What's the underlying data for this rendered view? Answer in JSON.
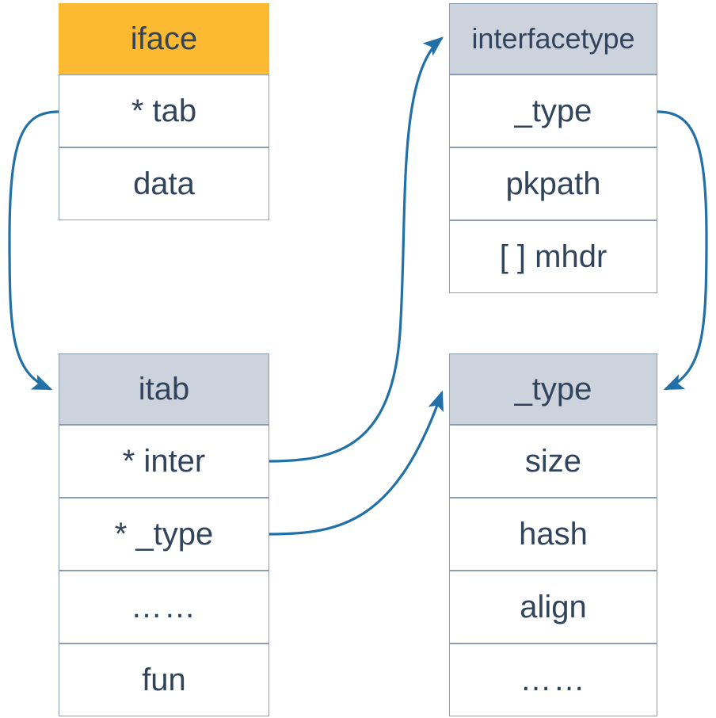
{
  "diagram": {
    "title_semantics": "go-interface-memory-layout",
    "colors": {
      "header_accent": "#fcb932",
      "header_neutral": "#ccd3dd",
      "border": "#8b9db2",
      "text": "#31445b",
      "arrow": "#2171a8",
      "background": "#ffffff"
    },
    "boxes": [
      {
        "id": "iface",
        "header": "iface",
        "header_style": "orange",
        "rows": [
          "* tab",
          "data"
        ]
      },
      {
        "id": "interfacetype",
        "header": "interfacetype",
        "header_style": "gray",
        "rows": [
          "_type",
          "pkpath",
          "[ ] mhdr"
        ]
      },
      {
        "id": "itab",
        "header": "itab",
        "header_style": "gray",
        "rows": [
          "* inter",
          "* _type",
          "……",
          "fun"
        ]
      },
      {
        "id": "_type",
        "header": "_type",
        "header_style": "gray",
        "rows": [
          "size",
          "hash",
          "align",
          "……"
        ]
      }
    ],
    "arrows": [
      {
        "id": "tab-to-itab",
        "from": "iface.* tab",
        "to": "itab.header"
      },
      {
        "id": "inter-to-interfacetype",
        "from": "itab.* inter",
        "to": "interfacetype.header"
      },
      {
        "id": "itabtype-to-type",
        "from": "itab.* _type",
        "to": "_type.header"
      },
      {
        "id": "interfacetype-type-to-type",
        "from": "interfacetype._type",
        "to": "_type.header"
      }
    ]
  }
}
